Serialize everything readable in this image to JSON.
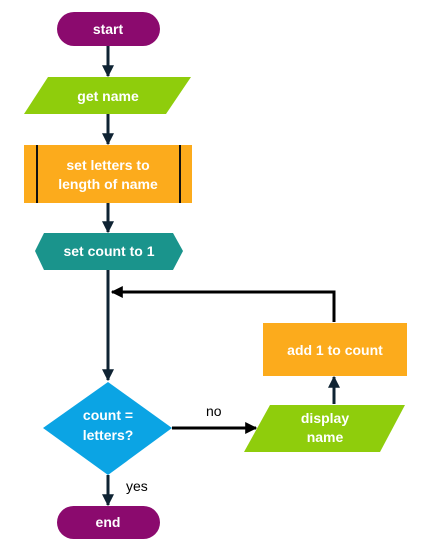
{
  "nodes": {
    "start": {
      "label": "start",
      "color": "#8b0a6e"
    },
    "get_name": {
      "label": "get name",
      "color": "#8fcd0c"
    },
    "set_letters": {
      "line1": "set letters to",
      "line2": "length of name",
      "color": "#fcab1c"
    },
    "set_count": {
      "label": "set count to 1",
      "color": "#1a948c"
    },
    "decision": {
      "line1": "count =",
      "line2": "letters?",
      "color": "#0ba4e4"
    },
    "display_name": {
      "line1": "display",
      "line2": "name",
      "color": "#8fcd0c"
    },
    "add_one": {
      "label": "add 1 to count",
      "color": "#fcab1c"
    },
    "end": {
      "label": "end",
      "color": "#8b0a6e"
    }
  },
  "edges": {
    "no": "no",
    "yes": "yes"
  }
}
